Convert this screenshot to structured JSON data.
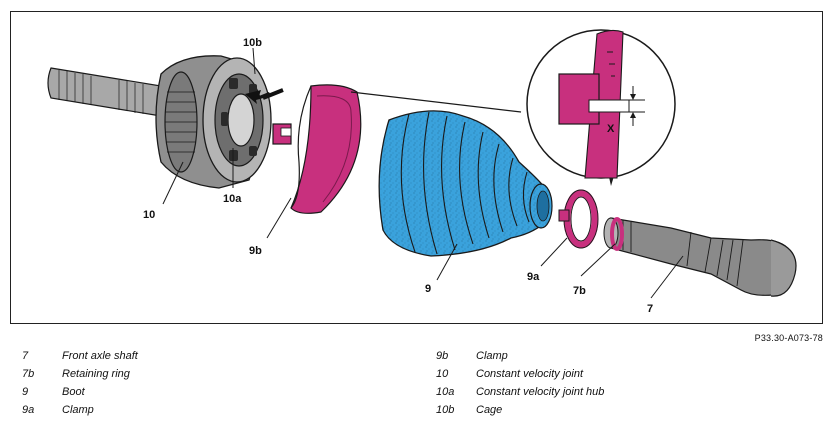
{
  "figure_ref": "P33.30-A073-78",
  "callouts": {
    "c10b": "10b",
    "c10": "10",
    "c10a": "10a",
    "c9b": "9b",
    "c9": "9",
    "c9a": "9a",
    "c7b": "7b",
    "c7": "7",
    "cX": "X"
  },
  "legend": [
    {
      "num": "7",
      "desc": "Front axle shaft"
    },
    {
      "num": "7b",
      "desc": "Retaining ring"
    },
    {
      "num": "9",
      "desc": "Boot"
    },
    {
      "num": "9a",
      "desc": "Clamp"
    },
    {
      "num": "9b",
      "desc": "Clamp"
    },
    {
      "num": "10",
      "desc": "Constant velocity joint"
    },
    {
      "num": "10a",
      "desc": "Constant velocity joint hub"
    },
    {
      "num": "10b",
      "desc": "Cage"
    }
  ],
  "colors": {
    "clamp": "#c8307e",
    "boot": "#3aa2dc",
    "metal": "#9a9a9a",
    "outline": "#1a1a1a"
  }
}
